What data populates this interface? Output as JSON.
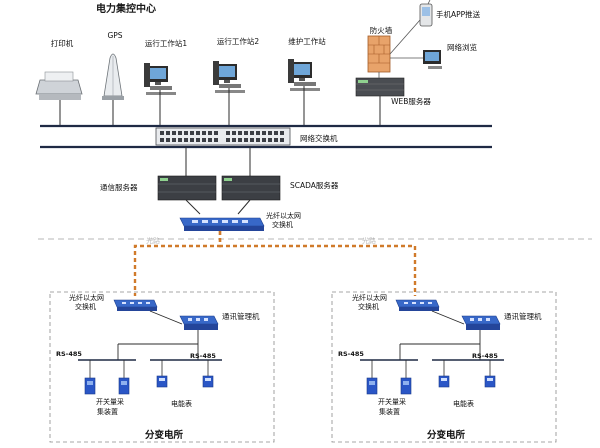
{
  "title": "电力集控中心",
  "devices": {
    "printer": "打印机",
    "gps": "GPS",
    "op1": "运行工作站1",
    "op2": "运行工作站2",
    "maint": "维护工作站",
    "firewall": "防火墙",
    "mobile": "手机APP推送",
    "web_browse": "网络浏览",
    "web_server": "WEB服务器",
    "net_switch": "网络交换机",
    "comm_server": "通信服务器",
    "scada_server": "SCADA服务器",
    "fiber_switch_top": [
      "光纤以太网",
      "交换机"
    ]
  },
  "link_labels": {
    "fiber_left": "光路",
    "fiber_right": "光路"
  },
  "substations": [
    {
      "fiber_switch": [
        "光纤以太网",
        "交换机"
      ],
      "comm_manager": "通讯管理机",
      "rs485_left": "RS-485",
      "rs485_right": "RS-485",
      "collector": [
        "开关量采",
        "集装置"
      ],
      "meter": "电能表",
      "name": "分变电所"
    },
    {
      "fiber_switch": [
        "光纤以太网",
        "交换机"
      ],
      "comm_manager": "通讯管理机",
      "rs485_left": "RS-485",
      "rs485_right": "RS-485",
      "collector": [
        "开关量采",
        "集装置"
      ],
      "meter": "电能表",
      "name": "分变电所"
    }
  ],
  "colors": {
    "fiber_link": "#d07a2a",
    "backbone": "#1f2a44",
    "device_blue": "#2a56c6",
    "switch_blue": "#3868c8",
    "dashed_box": "#8a8a8a",
    "firewall": "#e8a36a"
  }
}
